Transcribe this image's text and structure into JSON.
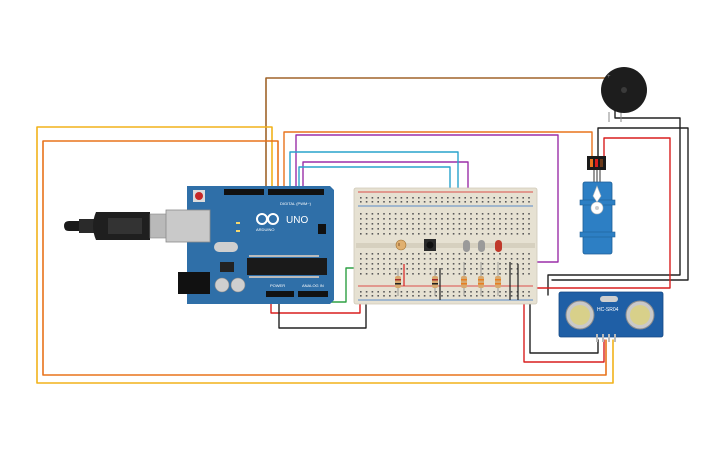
{
  "arduino": {
    "brand": "UNO",
    "logo_text": "ARDUINO",
    "digital_header": "DIGITAL (PWM~)",
    "power_header": "POWER",
    "analog_header": "ANALOG IN"
  },
  "sensor": {
    "label": "HC-SR04"
  },
  "colors": {
    "board_blue": "#2f6fa8",
    "breadboard": "#e6e1d2",
    "wire_red": "#d91e1e",
    "wire_black": "#222222",
    "wire_yellow": "#f2b21a",
    "wire_orange": "#e8731c",
    "wire_purple": "#9b2fa8",
    "wire_cyan": "#29a3cc",
    "wire_green": "#2ea043",
    "wire_brown": "#a0642a",
    "servo_blue": "#2d7fc4",
    "buzzer": "#1d1d1d",
    "sensor_blue": "#1f5fa6"
  }
}
